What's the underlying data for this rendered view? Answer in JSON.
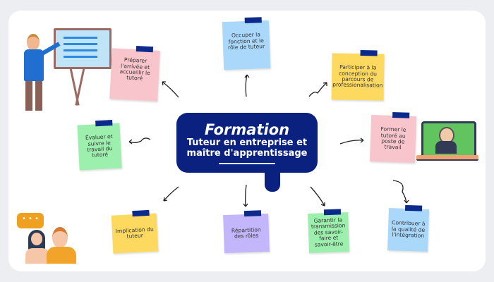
{
  "center": {
    "title": "Formation",
    "subtitle_line1": "Tuteur en entreprise et",
    "subtitle_line2": "maître d'apprentissage"
  },
  "notes": [
    {
      "text": "Préparer l'arrivée et accueillir le tutoré",
      "color": "#f9c5cc"
    },
    {
      "text": "Occuper la fonction et le rôle de tuteur",
      "color": "#a9d8fb"
    },
    {
      "text": "Participer à la conception du parcours de professionalisation",
      "color": "#fdd95f"
    },
    {
      "text": "Évaluer et suivre le travail du tutoré",
      "color": "#9cefad"
    },
    {
      "text": "Former le tutoré au poste de travail",
      "color": "#f9c5cc"
    },
    {
      "text": "Implication du tuteur",
      "color": "#fdd95f"
    },
    {
      "text": "Répartition des rôles",
      "color": "#c3b6fb"
    },
    {
      "text": "Garantir la transmission des savoir-faire et savoir-être",
      "color": "#9cefad"
    },
    {
      "text": "Contribuer à la qualité de l'intégration",
      "color": "#a9d8fb"
    }
  ],
  "colors": {
    "primary": "#0b2180",
    "background": "#eceef1"
  }
}
